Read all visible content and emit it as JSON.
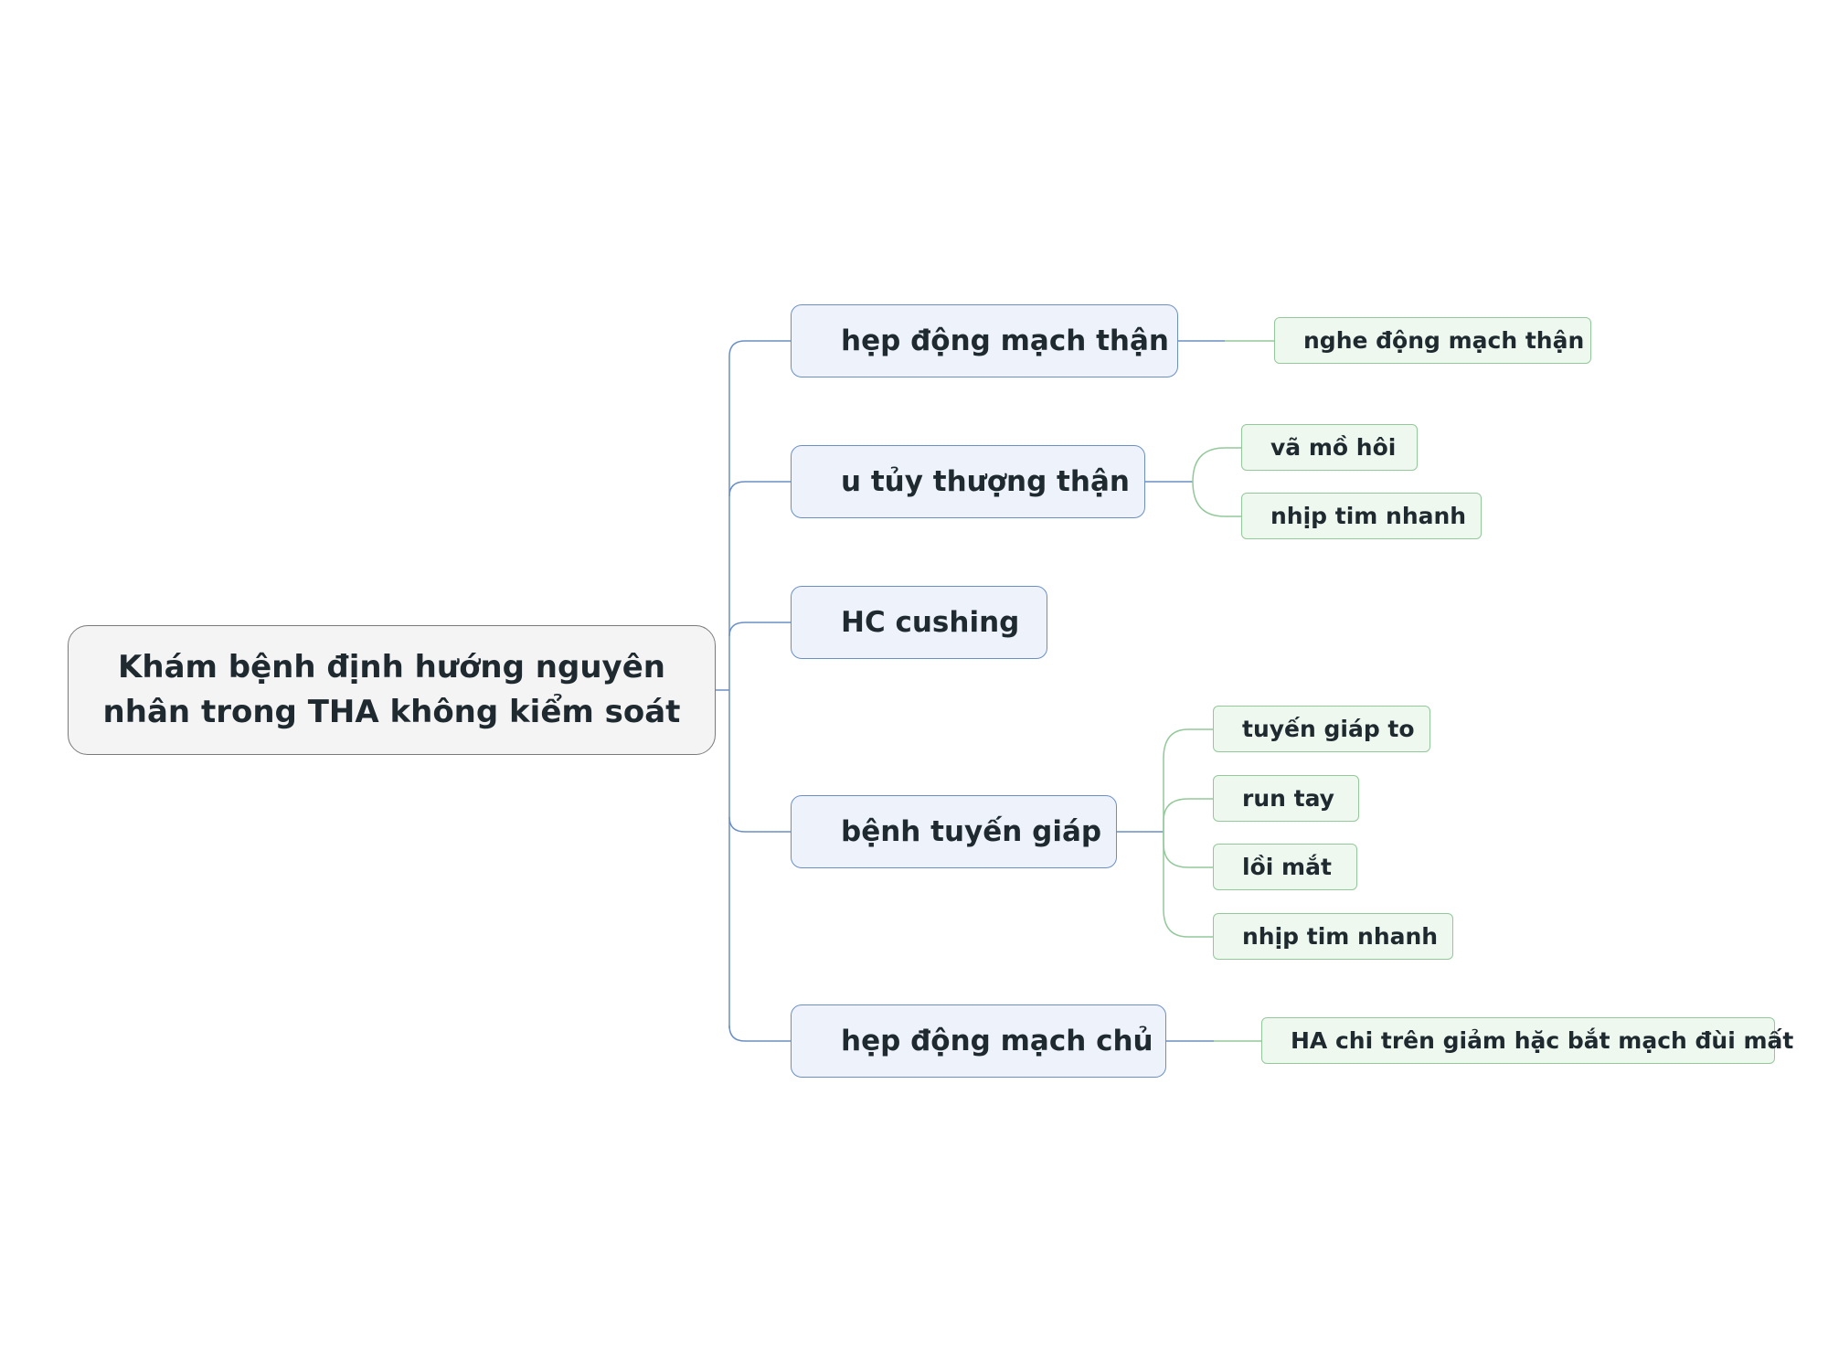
{
  "mindmap": {
    "root": {
      "label": "Khám bệnh định hướng nguyên nhân trong THA không kiểm soát"
    },
    "branches": [
      {
        "label": "hẹp động mạch thận",
        "children": [
          {
            "label": "nghe động mạch thận"
          }
        ]
      },
      {
        "label": "u tủy thượng thận",
        "children": [
          {
            "label": "vã mồ hôi"
          },
          {
            "label": "nhịp tim nhanh"
          }
        ]
      },
      {
        "label": "HC cushing",
        "children": []
      },
      {
        "label": "bệnh tuyến giáp",
        "children": [
          {
            "label": "tuyến giáp to"
          },
          {
            "label": "run tay"
          },
          {
            "label": "lồi mắt"
          },
          {
            "label": "nhịp tim nhanh"
          }
        ]
      },
      {
        "label": "hẹp động mạch chủ",
        "children": [
          {
            "label": "HA chi trên giảm hặc bắt mạch đùi mất"
          }
        ]
      }
    ]
  },
  "colors": {
    "branch_line": "#6b8fc4",
    "leaf_line": "#93c99a",
    "root_fill": "#f4f4f4",
    "branch_fill": "#eef3fb",
    "leaf_fill": "#eef8ef"
  }
}
